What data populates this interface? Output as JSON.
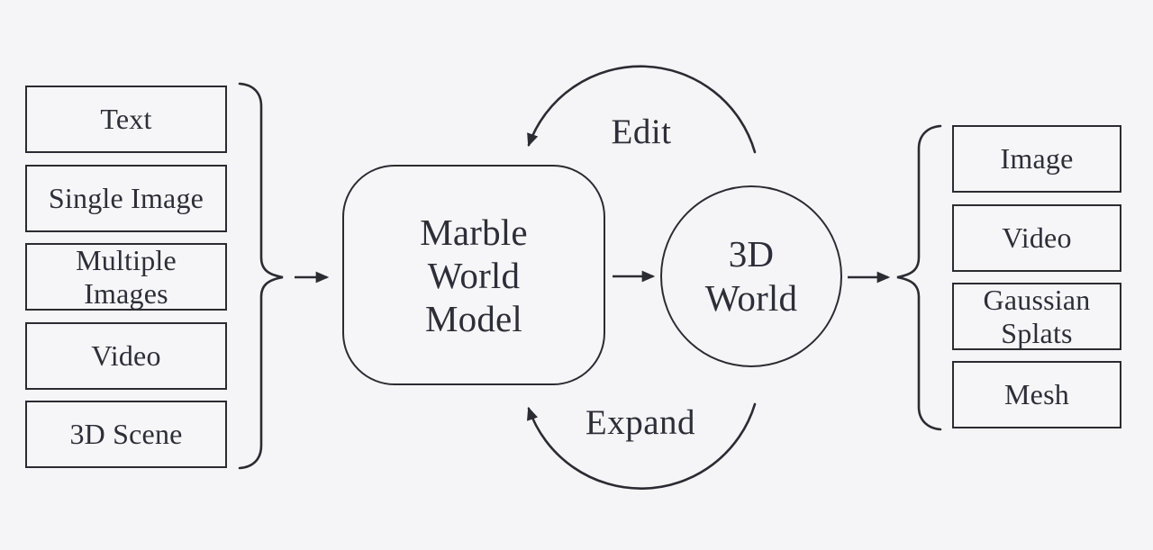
{
  "colors": {
    "background": "#f5f5f7",
    "line": "#2b2b33",
    "text": "#2e2e38"
  },
  "inputs": {
    "items": [
      {
        "label": "Text"
      },
      {
        "label": "Single Image"
      },
      {
        "label": "Multiple\nImages"
      },
      {
        "label": "Video"
      },
      {
        "label": "3D Scene"
      }
    ]
  },
  "model": {
    "label": "Marble\nWorld\nModel"
  },
  "world": {
    "label": "3D\nWorld"
  },
  "loops": {
    "edit": "Edit",
    "expand": "Expand"
  },
  "outputs": {
    "items": [
      {
        "label": "Image"
      },
      {
        "label": "Video"
      },
      {
        "label": "Gaussian\nSplats"
      },
      {
        "label": "Mesh"
      }
    ]
  }
}
